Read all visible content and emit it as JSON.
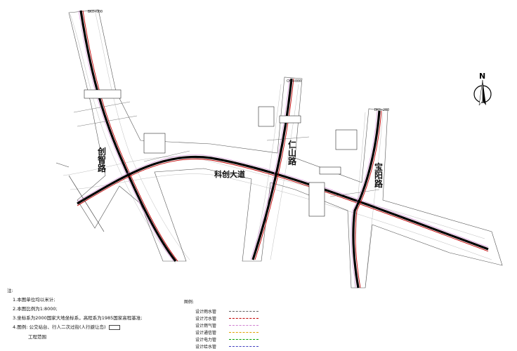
{
  "roads": {
    "chuangzhi": "创智路",
    "renshan": "仁山路",
    "baoyang": "宝阳路",
    "kechuang": "科创大道"
  },
  "chainages": {
    "bk0": "BK0+000",
    "ck0": "CK0+000",
    "dk0": "DK0+200"
  },
  "notes": {
    "title": "注:",
    "items": [
      "1.本图单位均以米计;",
      "2.本图比例为1:8000;",
      "3.坐标系为2000国家大地坐标系，高程系为1985国家高程基准;",
      "4.图例:  公交站台、行人二次过街(人行避让岛)"
    ],
    "sub": "工程范围"
  },
  "legend": {
    "title": "图例:",
    "items": [
      {
        "label": "设计雨水管",
        "color": "#606060"
      },
      {
        "label": "设计污水管",
        "color": "#c00000"
      },
      {
        "label": "设计燃气管",
        "color": "#d080d0"
      },
      {
        "label": "设计通信管",
        "color": "#e0a000"
      },
      {
        "label": "设计电力管",
        "color": "#00a000"
      },
      {
        "label": "设计给水管",
        "color": "#4040c0"
      }
    ]
  },
  "compass": {
    "letter": "N"
  }
}
